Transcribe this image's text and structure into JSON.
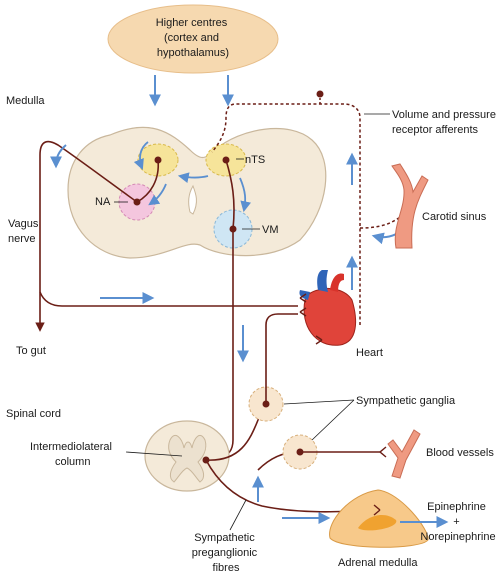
{
  "colors": {
    "nerve": "#6b1e16",
    "arrow": "#5a8fd0",
    "tissue_fill": "#f4ead9",
    "tissue_stroke": "#c9b79c",
    "higher_fill": "#f6d9b0",
    "nts_fill": "#f6e49a",
    "na_fill": "#f4c6de",
    "vm_fill": "#cfe6f4",
    "ganglia_fill": "#f8e6cf",
    "adrenal_fill": "#f7c98a",
    "adrenal_core": "#f0a230",
    "vessel_fill": "#ef9a82",
    "heart_fill": "#e0443a"
  },
  "labels": {
    "higher_centres": [
      "Higher centres",
      "(cortex and",
      "hypothalamus)"
    ],
    "medulla": "Medulla",
    "volume_pressure": [
      "Volume and pressure",
      "receptor afferents"
    ],
    "nts": "nTS",
    "na": "NA",
    "vm": "VM",
    "vagus": [
      "Vagus",
      "nerve"
    ],
    "carotid_sinus": "Carotid sinus",
    "to_gut": "To gut",
    "heart": "Heart",
    "spinal_cord": "Spinal cord",
    "sympathetic_ganglia": "Sympathetic ganglia",
    "intermediolateral": [
      "Intermediolateral",
      "column"
    ],
    "blood_vessels": "Blood vessels",
    "epinephrine": [
      "Epinephrine",
      "+",
      "Norepinephrine"
    ],
    "sympathetic_preganglionic": [
      "Sympathetic",
      "preganglionic",
      "fibres"
    ],
    "adrenal_medulla": "Adrenal medulla"
  }
}
